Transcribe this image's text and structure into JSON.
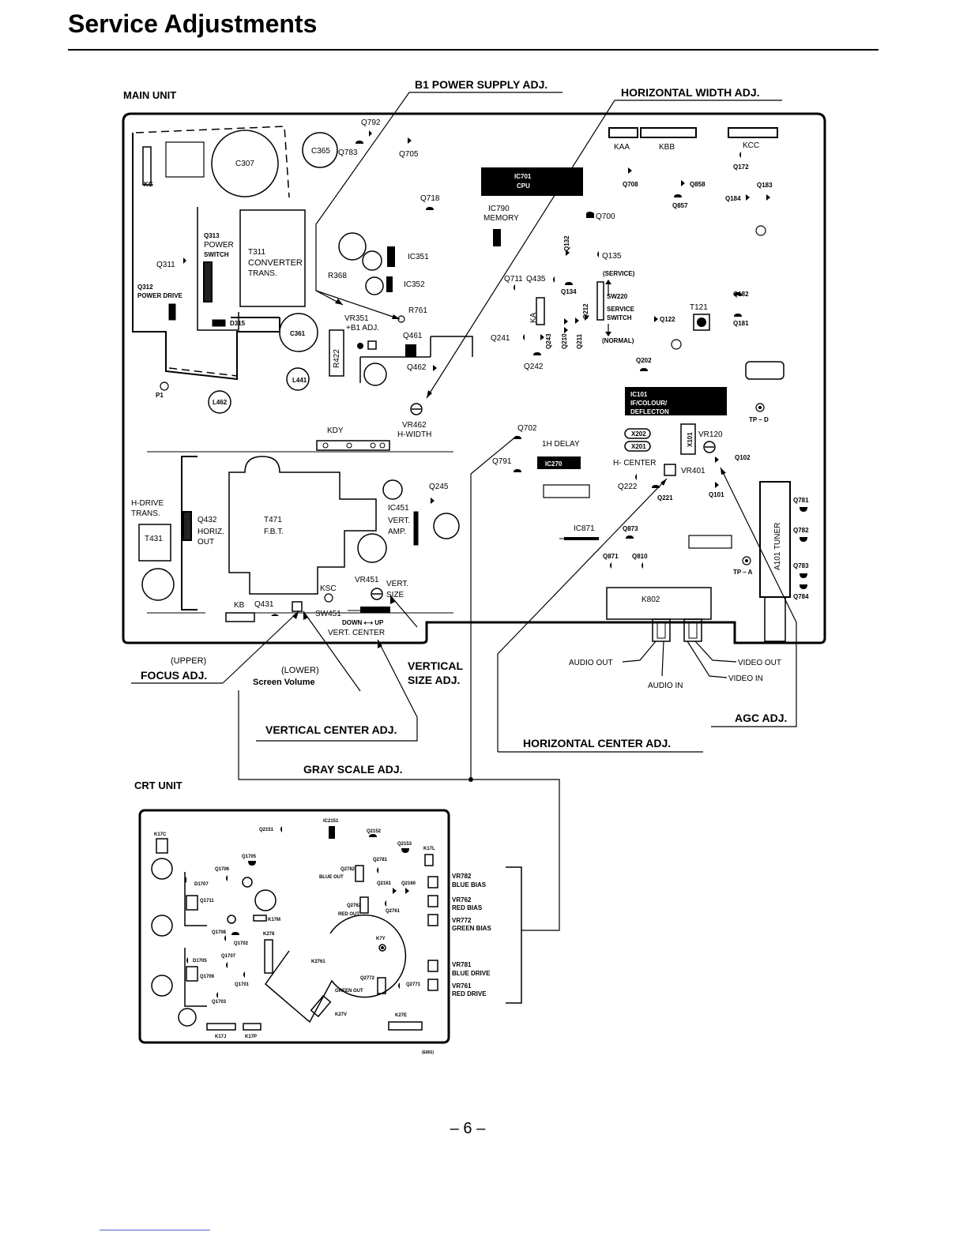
{
  "page": {
    "title": "Service Adjustments",
    "number": "– 6 –"
  },
  "units": {
    "main": "MAIN UNIT",
    "crt": "CRT UNIT"
  },
  "callouts": {
    "b1": "B1 POWER SUPPLY ADJ.",
    "hwidth": "HORIZONTAL WIDTH ADJ.",
    "focus_upper": "(UPPER)",
    "focus": "FOCUS ADJ.",
    "screen_lower": "(LOWER)",
    "screen": "Screen Volume",
    "vsize1": "VERTICAL",
    "vsize2": "SIZE ADJ.",
    "vcenter": "VERTICAL CENTER ADJ.",
    "hcenter": "HORIZONTAL CENTER ADJ.",
    "agc": "AGC ADJ.",
    "gray": "GRAY SCALE ADJ."
  },
  "main": {
    "c307": "C307",
    "c365": "C365",
    "q792": "Q792",
    "q783": "Q783",
    "q705": "Q705",
    "q718": "Q718",
    "kg": "KG",
    "q313a": "Q313",
    "q313b": "POWER",
    "q313c": "SWITCH",
    "t311a": "T311",
    "t311b": "CONVERTER",
    "t311c": "TRANS.",
    "q311": "Q311",
    "q312a": "Q312",
    "q312b": "POWER DRIVE",
    "d315": "D315",
    "r368": "R368",
    "ic351": "IC351",
    "ic352": "IC352",
    "r761": "R761",
    "vr351a": "VR351",
    "vr351b": "+B1 ADJ.",
    "q461": "Q461",
    "q462": "Q462",
    "c361": "C361",
    "r422": "R422",
    "l441": "L441",
    "l462": "L462",
    "p1": "P1",
    "vr462a": "VR462",
    "vr462b": "H-WIDTH",
    "kdy": "KDY",
    "ic701a": "IC701",
    "ic701b": "CPU",
    "ic790a": "IC790",
    "ic790b": "MEMORY",
    "kaa": "KAA",
    "kbb": "KBB",
    "kcc": "KCC",
    "q172": "Q172",
    "q708": "Q708",
    "q858": "Q858",
    "q183": "Q183",
    "q857": "Q857",
    "q184": "Q184",
    "q700": "Q700",
    "q132": "Q132",
    "q135": "Q135",
    "q711": "Q711",
    "q435": "Q435",
    "q134": "Q134",
    "service": "(SERVICE)",
    "sw220": "SW220",
    "sw220b": "SERVICE",
    "sw220c": "SWITCH",
    "normal": "(NORMAL)",
    "q182": "Q182",
    "t121": "T121",
    "q122": "Q122",
    "q181": "Q181",
    "ka": "KA",
    "q241": "Q241",
    "q243": "Q243",
    "q210": "Q210",
    "q211": "Q211",
    "q212": "Q212",
    "q242": "Q242",
    "q202": "Q202",
    "ic101a": "IC101",
    "ic101b": "IF/COLOUR/",
    "ic101c": "DEFLECTON",
    "tpd": "TP – D",
    "q702": "Q702",
    "delay": "1H DELAY",
    "q791": "Q791",
    "ic270": "IC270",
    "x202": "X202",
    "x201": "X201",
    "x101": "X101",
    "vr120": "VR120",
    "q102": "Q102",
    "hcenter": "H- CENTER",
    "vr401": "VR401",
    "q222": "Q222",
    "q221": "Q221",
    "q101": "Q101",
    "hdrive1": "H-DRIVE",
    "hdrive2": "TRANS.",
    "t431": "T431",
    "q432a": "Q432",
    "q432b": "HORIZ.",
    "q432c": "OUT",
    "t471a": "T471",
    "t471b": "F.B.T.",
    "ic451a": "IC451",
    "ic451b": "VERT.",
    "ic451c": "AMP.",
    "q245": "Q245",
    "ksc": "KSC",
    "vr451": "VR451",
    "vert": "VERT.",
    "size": "SIZE",
    "sw451": "SW451",
    "downup": "DOWN ⟷ UP",
    "vcenter": "VERT. CENTER",
    "kb": "KB",
    "q431": "Q431",
    "ic871": "IC871",
    "q873": "Q873",
    "q871": "Q871",
    "q810": "Q810",
    "tpa": "TP – A",
    "q781": "Q781",
    "q782": "Q782",
    "q783b": "Q783",
    "q784": "Q784",
    "tuner": "A101 TUNER",
    "k802": "K802",
    "audio_out": "AUDIO OUT",
    "audio_in": "AUDIO IN",
    "video_out": "VIDEO OUT",
    "video_in": "VIDEO IN"
  },
  "crt": {
    "k17c": "K17C",
    "q2151": "Q2151",
    "ic2151": "IC2151",
    "q2152": "Q2152",
    "q2153": "Q2153",
    "k17l": "K17L",
    "q1705": "Q1705",
    "q1706": "Q1706",
    "d1707": "D1707",
    "q2782": "Q2782",
    "blue_out": "BLUE OUT",
    "q2781": "Q2781",
    "q2161": "Q2161",
    "q2160": "Q2160",
    "q1711": "Q1711",
    "q2762": "Q2762",
    "red_out": "RED OUT",
    "q2761": "Q2761",
    "k17m": "K17M",
    "q1708": "Q1708",
    "k278": "K278",
    "q1702": "Q1702",
    "k7y": "K7Y",
    "d1705": "D1705",
    "q1707": "Q1707",
    "q1709": "Q1709",
    "q1701": "Q1701",
    "q1703": "Q1703",
    "k2761": "K2761",
    "q2772": "Q2772",
    "green_out": "GREEN OUT",
    "q2771": "Q2771",
    "k27v": "K27V",
    "k27e": "K27E",
    "k17j": "K17J",
    "k17p": "K17P",
    "vr782a": "VR782",
    "vr782b": "BLUE BIAS",
    "vr762a": "VR762",
    "vr762b": "RED BIAS",
    "vr772a": "VR772",
    "vr772b": "GREEN BIAS",
    "vr781a": "VR781",
    "vr781b": "BLUE DRIVE",
    "vr761a": "VR761",
    "vr761b": "RED DRIVE",
    "code": "(E802)"
  }
}
